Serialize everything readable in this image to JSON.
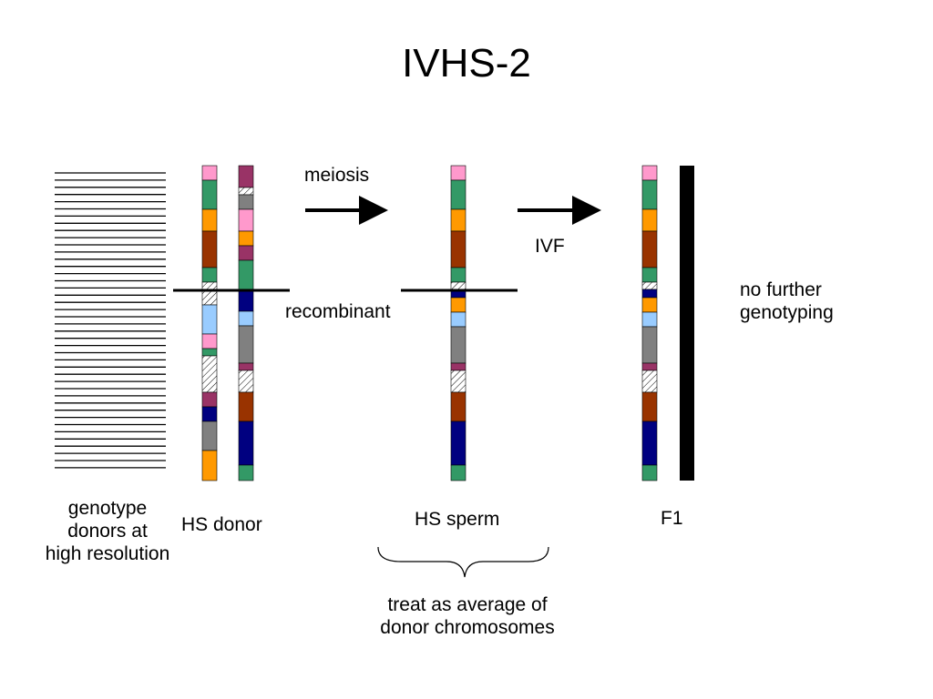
{
  "title": "IVHS-2",
  "labels": {
    "meiosis": "meiosis",
    "ivf": "IVF",
    "recombinant": "recombinant",
    "no_further": [
      "no further",
      "genotyping"
    ],
    "genotype_donors": [
      "genotype",
      "donors at",
      "high resolution"
    ],
    "hs_donor": "HS donor",
    "hs_sperm": "HS sperm",
    "f1": "F1",
    "treat_as": [
      "treat as average of",
      "donor chromosomes"
    ]
  },
  "colors": {
    "pink": "#ff99cc",
    "green": "#339966",
    "orange": "#ff9900",
    "brown": "#993300",
    "lightblue": "#99ccff",
    "gray": "#808080",
    "navy": "#000080",
    "plum": "#993366",
    "black": "#000000"
  },
  "chromosomes": {
    "donor_a": [
      "pink",
      "green",
      "orange",
      "brown",
      "green",
      "hatch",
      "hatch",
      "lightblue",
      "pink",
      "green",
      "hatch",
      "plum",
      "navy",
      "gray",
      "orange"
    ],
    "donor_b": [
      "plum",
      "hatch",
      "gray",
      "pink",
      "orange",
      "plum",
      "green",
      "navy",
      "lightblue",
      "gray",
      "plum",
      "hatch",
      "brown",
      "navy",
      "green"
    ],
    "sperm": [
      "pink",
      "green",
      "orange",
      "brown",
      "green",
      "hatch",
      "navy",
      "orange",
      "lightblue",
      "gray",
      "plum",
      "hatch",
      "brown",
      "navy",
      "green"
    ],
    "f1": [
      "pink",
      "green",
      "orange",
      "brown",
      "green",
      "hatch",
      "navy",
      "orange",
      "lightblue",
      "gray",
      "plum",
      "hatch",
      "brown",
      "navy",
      "green"
    ]
  }
}
